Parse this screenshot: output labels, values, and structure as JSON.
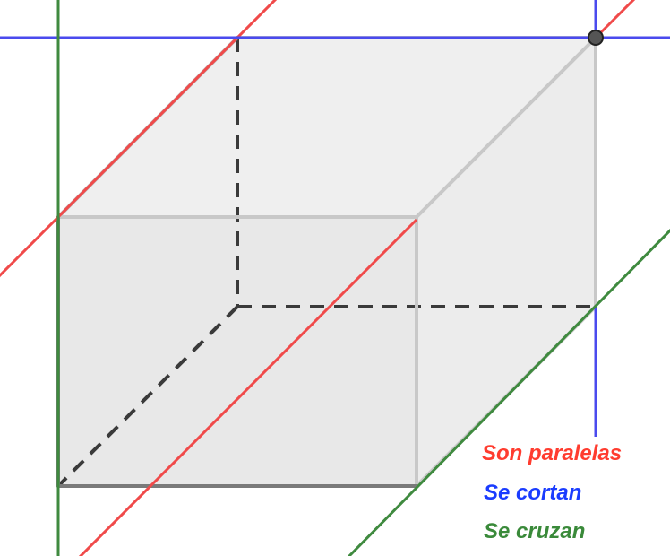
{
  "legend": {
    "parallel": {
      "label": "Son paralelas",
      "color": "#ff3c2f"
    },
    "intersect": {
      "label": "Se cortan",
      "color": "#1a3cff"
    },
    "skew": {
      "label": "Se cruzan",
      "color": "#3a8a3a"
    }
  },
  "colors": {
    "red_line": "#f04a4a",
    "blue_line": "#4a4aee",
    "green_line": "#3f8a3f",
    "face_top": "#efefef",
    "face_front": "#e8e8e8",
    "face_side": "#ececec",
    "edge_light": "#c8c8c8",
    "edge_dark": "#7a7a7a",
    "hidden_edge": "#3a3a3a",
    "vertex_point": "#555555"
  }
}
